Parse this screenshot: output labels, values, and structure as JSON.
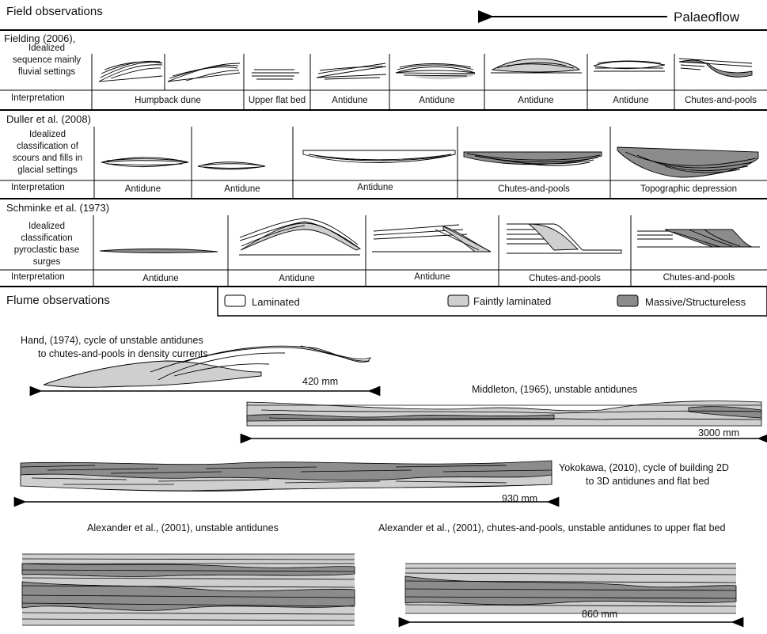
{
  "field": {
    "title": "Field observations",
    "palaeoflow": "Palaeoflow",
    "interp_label": "Interpretation",
    "fielding": {
      "source": "Fielding (2006),",
      "desc": "Idealized sequence mainly fluvial settings",
      "interps": [
        "Humpback dune",
        "Upper flat bed",
        "Antidune",
        "Antidune",
        "Antidune",
        "Antidune",
        "Chutes-and-pools"
      ]
    },
    "duller": {
      "source": "Duller et al. (2008)",
      "desc": "Idealized classification of scours and fills in glacial settings",
      "interps": [
        "Antidune",
        "Antidune",
        "Antidune",
        "Chutes-and-pools",
        "Topographic depression"
      ]
    },
    "schminke": {
      "source": "Schminke et al. (1973)",
      "desc": "Idealized classification pyroclastic base surges",
      "interps": [
        "Antidune",
        "Antidune",
        "Antidune",
        "Chutes-and-pools",
        "Chutes-and-pools"
      ]
    }
  },
  "flume": {
    "title": "Flume observations",
    "legend": {
      "laminated": "Laminated",
      "faint": "Faintly laminated",
      "massive": "Massive/Structureless",
      "colors": {
        "laminated": "#ffffff",
        "faint": "#cfcfcf",
        "massive": "#8c8c8c"
      }
    },
    "hand": {
      "caption_1": "Hand, (1974), cycle of unstable antidunes",
      "caption_2": "to chutes-and-pools in density currents",
      "scale": "420 mm"
    },
    "middleton": {
      "caption": "Middleton, (1965), unstable antidunes",
      "scale": "3000 mm"
    },
    "yokokawa": {
      "caption_1": "Yokokawa, (2010), cycle of building 2D",
      "caption_2": "to 3D antidunes and flat bed",
      "scale": "930 mm"
    },
    "alexander1": {
      "caption": "Alexander et al., (2001), unstable antidunes"
    },
    "alexander2": {
      "caption": "Alexander et al., (2001), chutes-and-pools, unstable antidunes to upper flat bed",
      "scale": "860 mm"
    }
  }
}
